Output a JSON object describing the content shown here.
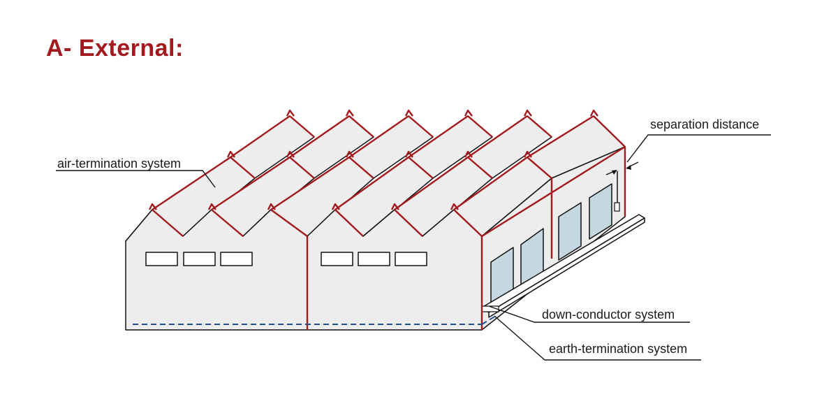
{
  "title": "A- External:",
  "labels": {
    "air_termination": "air-termination system",
    "separation_distance": "separation distance",
    "down_conductor": "down-conductor system",
    "earth_termination": "earth-termination system"
  },
  "colors": {
    "title": "#a31a1e",
    "conductor": "#a31a1e",
    "outline": "#111111",
    "wall_fill": "#ededed",
    "window_fill": "#c5d8e2",
    "earth_line": "#1f4f8f"
  }
}
